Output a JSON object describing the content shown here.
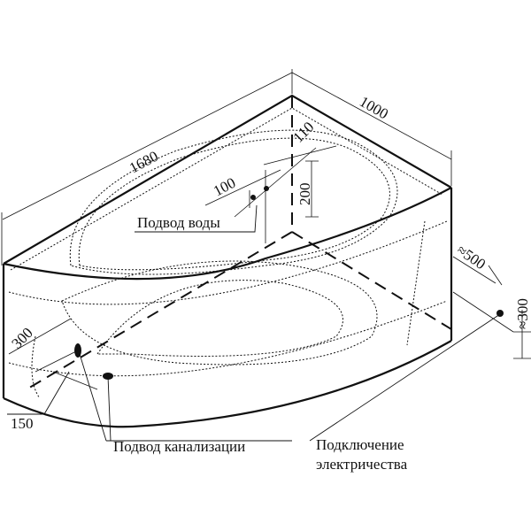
{
  "dimensions": {
    "length": "1680",
    "width": "1000",
    "water_offset_a": "110",
    "water_offset_b": "100",
    "water_height": "200",
    "drain_height": "300",
    "drain_offset": "150",
    "electric_offset": "≈500",
    "electric_height": "≈300"
  },
  "labels": {
    "water": "Подвод воды",
    "drain": "Подвод канализации",
    "electric_line1": "Подключение",
    "electric_line2": "электричества"
  }
}
